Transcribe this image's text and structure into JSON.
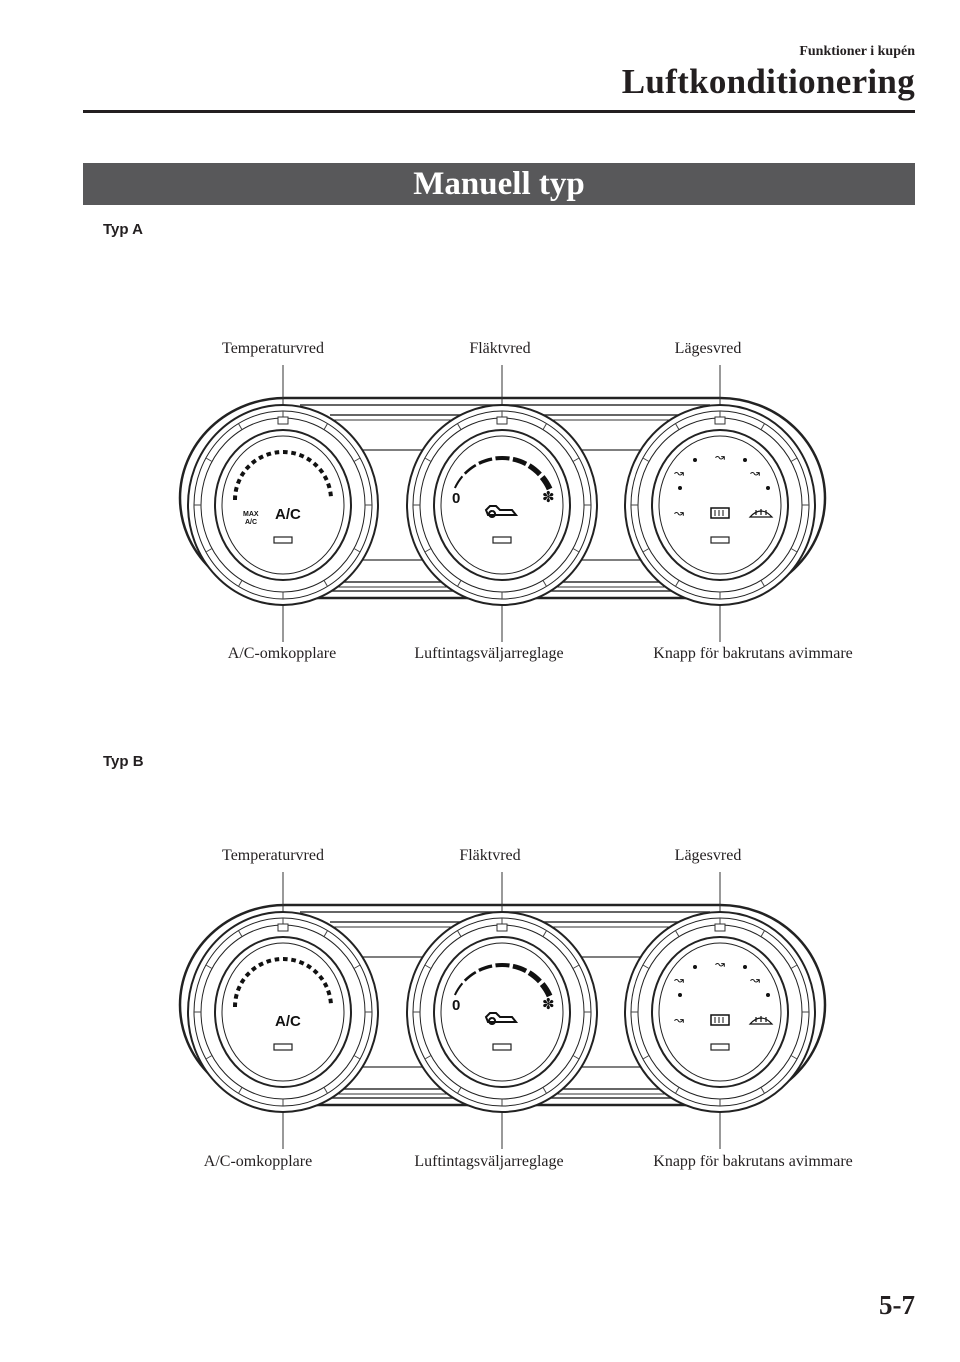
{
  "header": {
    "section": "Funktioner i kupén",
    "chapter": "Luftkonditionering"
  },
  "banner": {
    "title": "Manuell typ"
  },
  "panels": [
    {
      "type_label": "Typ A",
      "top_labels": [
        "Temperaturvred",
        "Fläktvred",
        "Lägesvred"
      ],
      "bottom_labels": [
        "A/C-omkopplare",
        "Luftintagsväljarreglage",
        "Knapp för bakrutans avimmare"
      ],
      "dial_text": {
        "ac": "A/C",
        "max": "MAX",
        "max_ac": "A/C",
        "fan_zero": "0"
      }
    },
    {
      "type_label": "Typ B",
      "top_labels": [
        "Temperaturvred",
        "Fläktvred",
        "Lägesvred"
      ],
      "bottom_labels": [
        "A/C-omkopplare",
        "Luftintagsväljarreglage",
        "Knapp för bakrutans avimmare"
      ],
      "dial_text": {
        "ac": "A/C",
        "fan_zero": "0"
      }
    }
  ],
  "page_number": "5-7"
}
